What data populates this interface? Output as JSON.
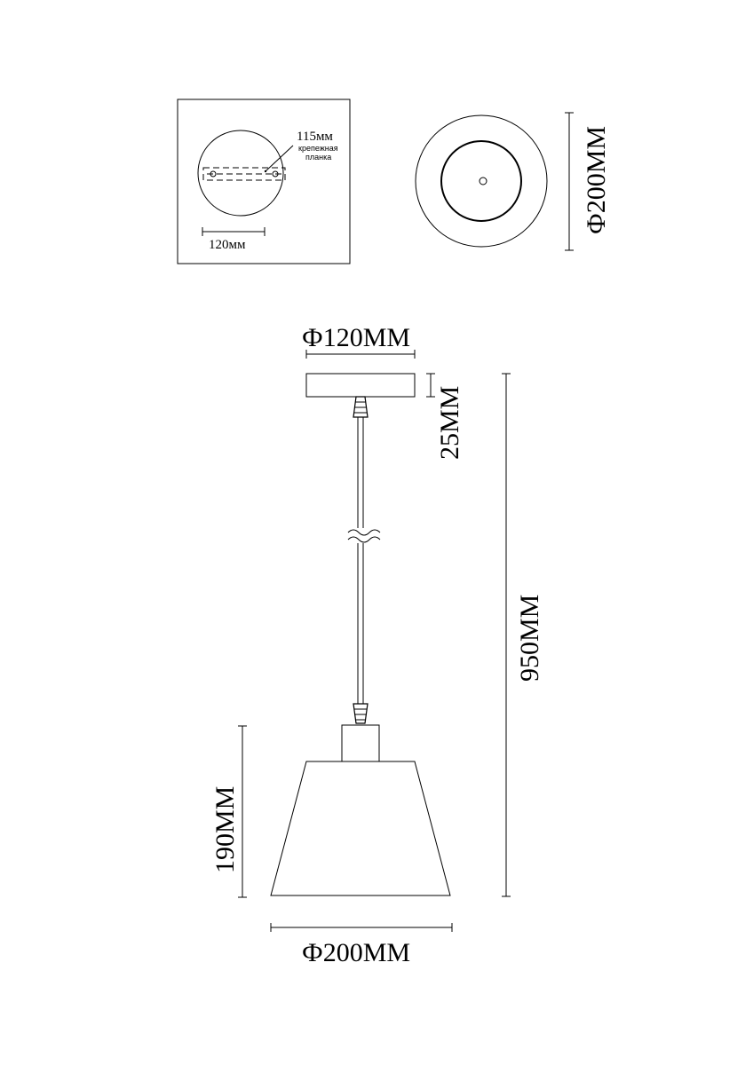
{
  "top_left_view": {
    "bracket_dim": "115мм",
    "bracket_note_line1": "крепежная",
    "bracket_note_line2": "планка",
    "width_dim": "120мм"
  },
  "top_right_view": {
    "diameter_dim": "Ф200ММ"
  },
  "side_view": {
    "canopy_diameter": "Ф120ММ",
    "canopy_height": "25ММ",
    "total_height": "950ММ",
    "shade_height": "190ММ",
    "shade_diameter": "Ф200ММ"
  }
}
